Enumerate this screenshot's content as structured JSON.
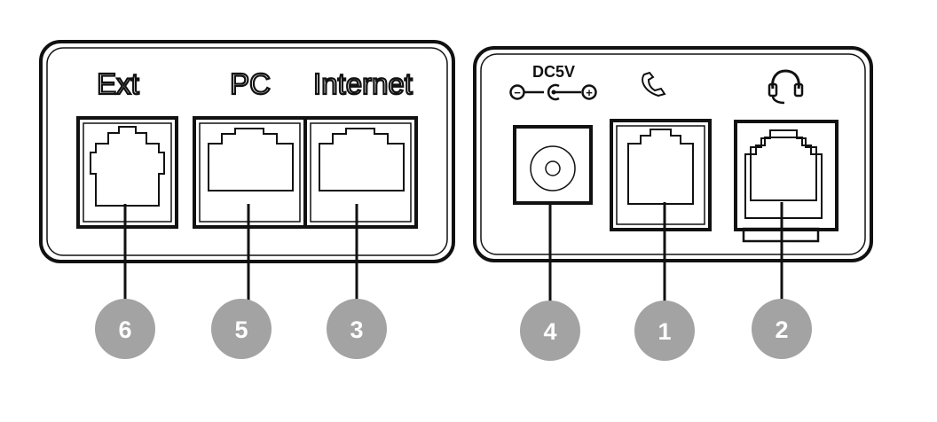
{
  "left_panel": {
    "labels": {
      "ext": "Ext",
      "pc": "PC",
      "internet": "Internet"
    }
  },
  "right_panel": {
    "power_label": "DC5V",
    "polarity_negative": "−",
    "polarity_positive": "+",
    "handset_icon": "handset-icon",
    "headset_icon": "headset-icon"
  },
  "callouts": {
    "ext": "6",
    "pc": "5",
    "internet": "3",
    "power": "4",
    "handset": "1",
    "headset": "2"
  },
  "colors": {
    "badge_fill": "#a3a3a3",
    "line": "#111111",
    "badge_text": "#ffffff"
  }
}
